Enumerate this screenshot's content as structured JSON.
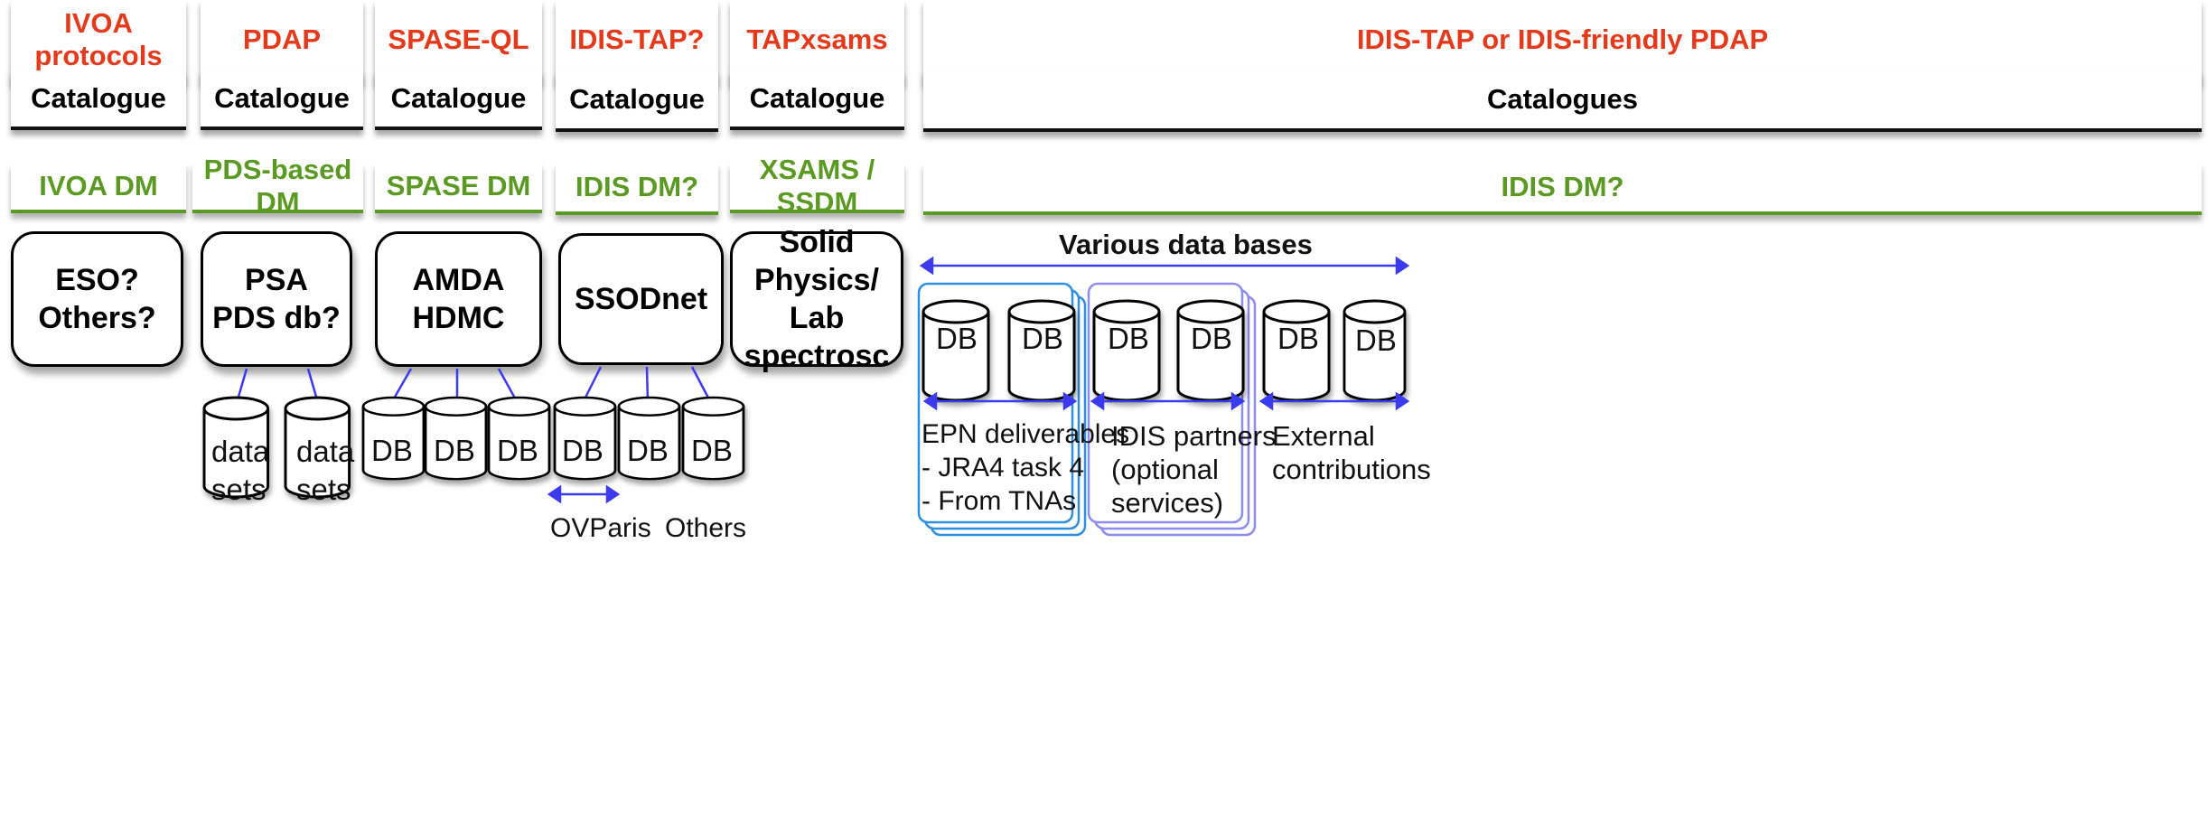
{
  "protocols": [
    "IVOA protocols",
    "PDAP",
    "SPASE-QL",
    "IDIS-TAP?",
    "TAPxsams",
    "IDIS-TAP or IDIS-friendly PDAP"
  ],
  "catalogues": [
    "Catalogue",
    "Catalogue",
    "Catalogue",
    "Catalogue",
    "Catalogue",
    "Catalogues"
  ],
  "datamodels": [
    "IVOA DM",
    "PDS-based DM",
    "SPASE DM",
    "IDIS DM?",
    "XSAMS / SSDM",
    "IDIS DM?"
  ],
  "databases": [
    {
      "line1": "ESO?",
      "line2": "Others?"
    },
    {
      "line1": "PSA",
      "line2": "PDS db?"
    },
    {
      "line1": "AMDA",
      "line2": "HDMC"
    },
    {
      "line1": "SSODnet",
      "line2": ""
    },
    {
      "line1": "Solid Physics/",
      "line2": "Lab spectrosc"
    }
  ],
  "various_title": "Various data bases",
  "db_label": "DB",
  "datasets_label": "data\nsets",
  "groups": {
    "epn": "EPN deliverables\n- JRA4 task 4\n- From TNAs",
    "idis": "IDIS partners\n(optional\nservices)",
    "external": "External\ncontributions"
  },
  "bottom": {
    "ovparis": "OVParis",
    "others": "Others"
  },
  "colors": {
    "protocol": "#e5391b",
    "datamodel": "#5a9a22",
    "link": "#3a3aee",
    "group": "#2e8fe0",
    "group2": "#8c8cf0"
  }
}
